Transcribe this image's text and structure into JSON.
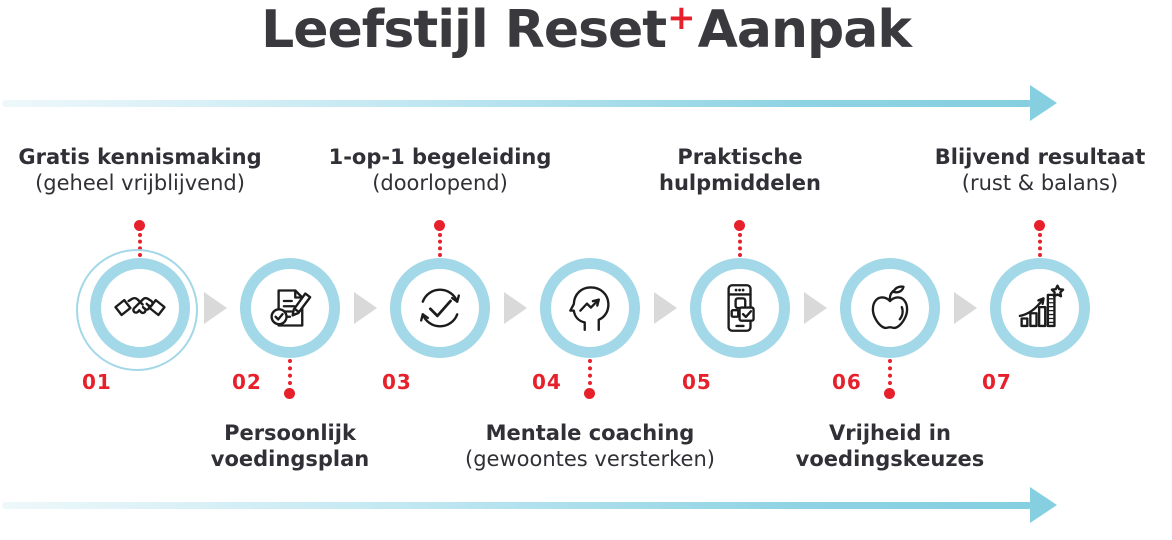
{
  "title": {
    "main": "Leefstijl Reset",
    "plus": "+",
    "suffix": "Aanpak"
  },
  "steps": [
    {
      "number": "01",
      "label_position": "top",
      "line1": "Gratis kennismaking",
      "line2": "(geheel vrijblijvend)",
      "icon": "handshake-icon"
    },
    {
      "number": "02",
      "label_position": "bottom",
      "line1": "Persoonlijk",
      "line2": "voedingsplan",
      "icon": "checklist-icon"
    },
    {
      "number": "03",
      "label_position": "top",
      "line1": "1-op-1 begeleiding",
      "line2": "(doorlopend)",
      "icon": "cycle-check-icon"
    },
    {
      "number": "04",
      "label_position": "bottom",
      "line1": "Mentale coaching",
      "line2": "(gewoontes versterken)",
      "icon": "mindset-growth-icon"
    },
    {
      "number": "05",
      "label_position": "top",
      "line1": "Praktische",
      "line2": "hulpmiddelen",
      "icon": "phone-app-icon"
    },
    {
      "number": "06",
      "label_position": "bottom",
      "line1": "Vrijheid in",
      "line2": "voedingskeuzes",
      "icon": "apple-icon"
    },
    {
      "number": "07",
      "label_position": "top",
      "line1": "Blijvend resultaat",
      "line2": "(rust & balans)",
      "icon": "growth-chart-star-icon"
    }
  ],
  "colors": {
    "ring_blue": "#a3d8e8",
    "accent_red": "#e6212b",
    "title_dark": "#3a3a3e",
    "label_dark": "#303036",
    "separator_gray": "#d9d9d9",
    "arrow_gradient_start": "#eef8fb",
    "arrow_gradient_end": "#85cfe0"
  }
}
